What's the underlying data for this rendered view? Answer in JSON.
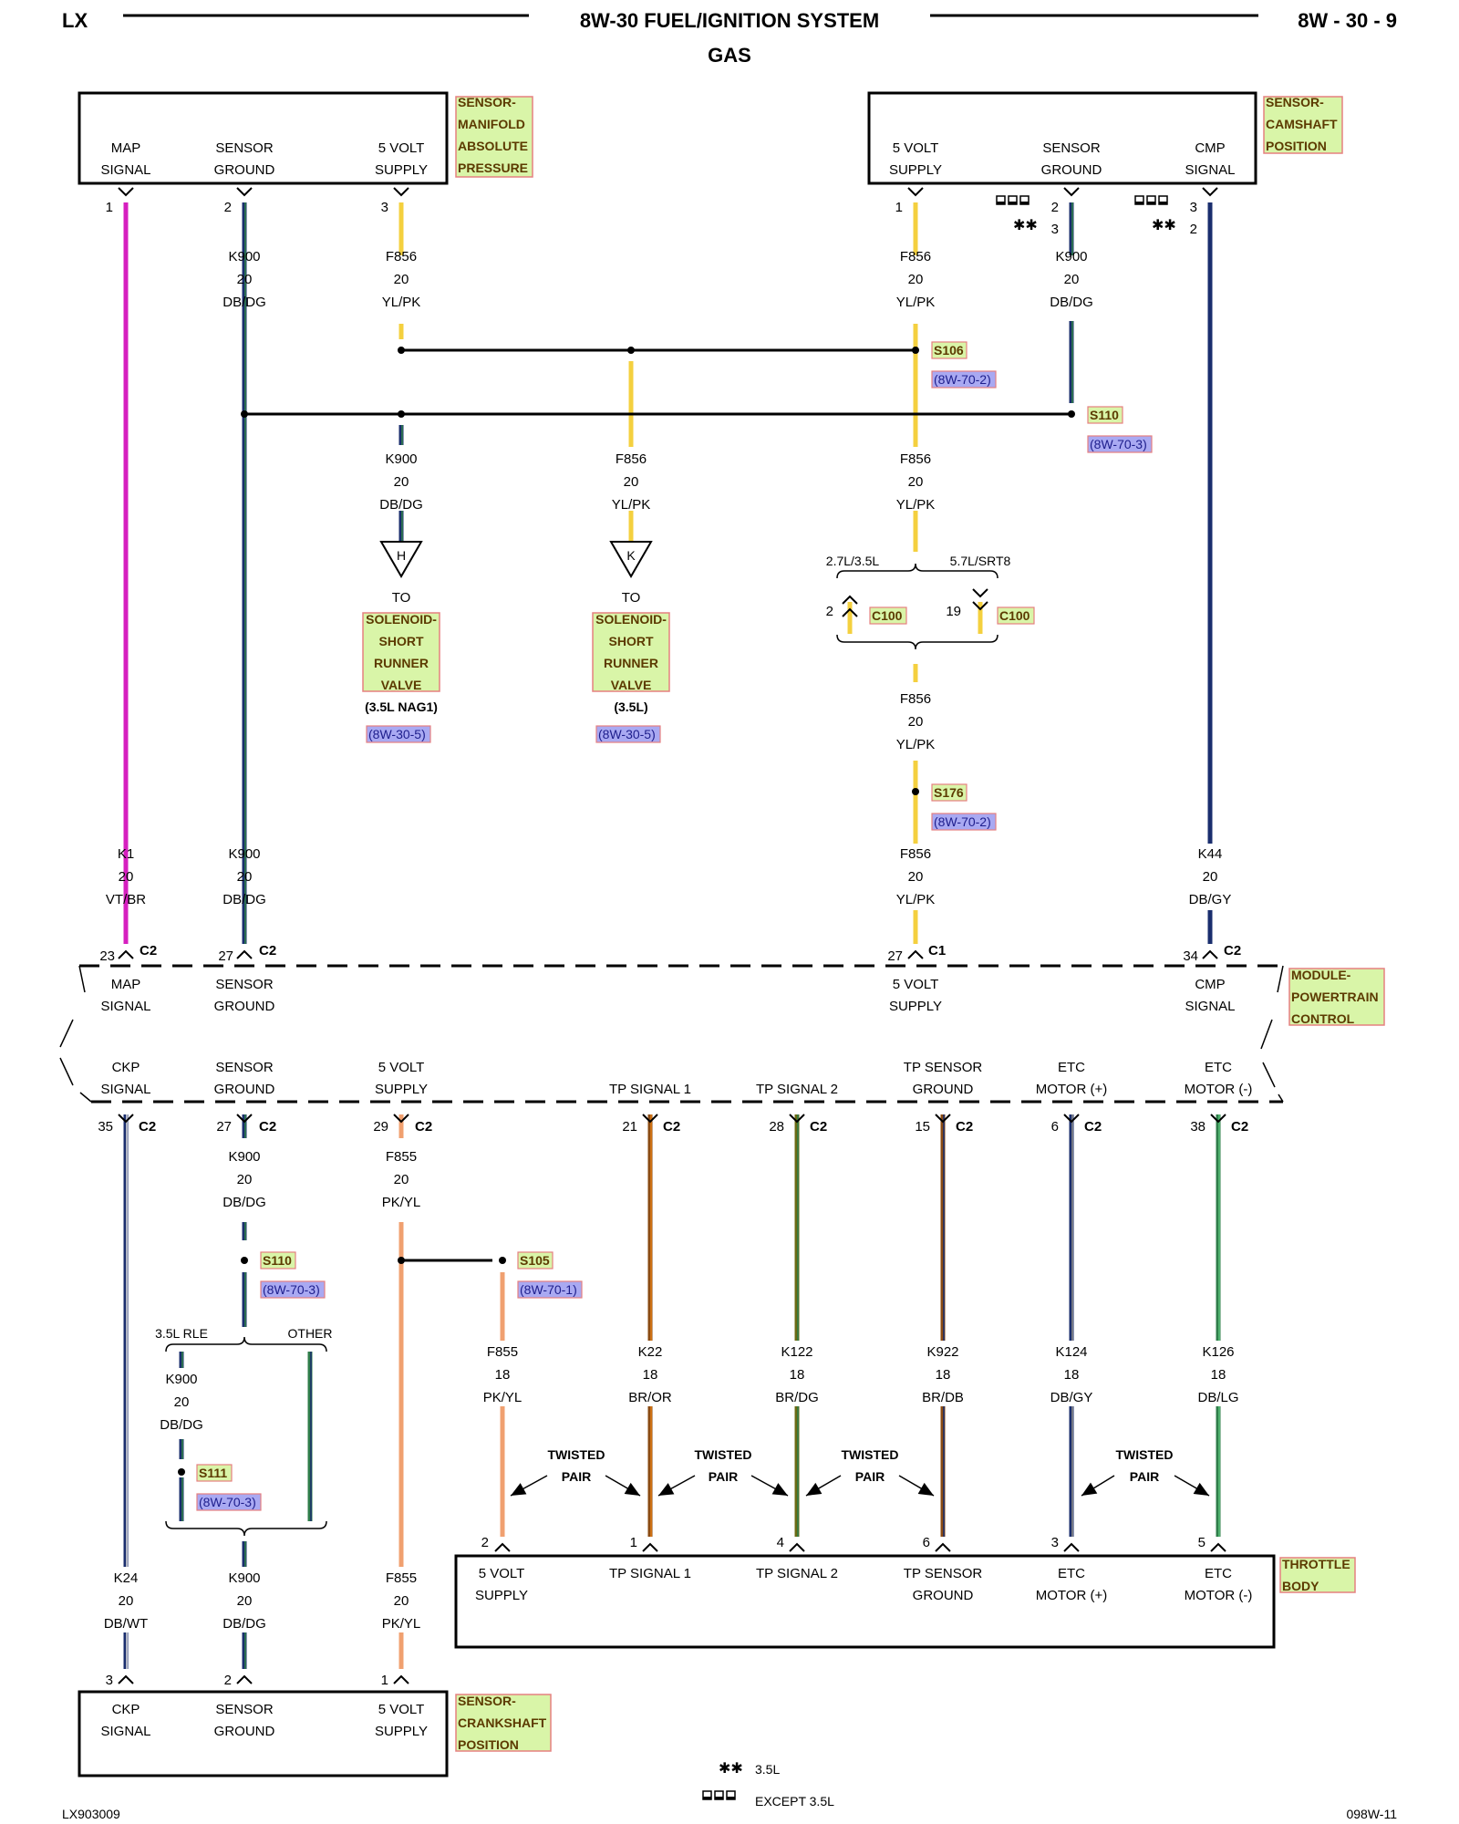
{
  "header": {
    "left": "LX",
    "title": "8W-30 FUEL/IGNITION SYSTEM",
    "subtitle": "GAS",
    "page": "8W - 30 - 9"
  },
  "footer": {
    "left": "LX903009",
    "right": "098W-11"
  },
  "legend": {
    "dual_star": "3.5L",
    "triple_box": "EXCEPT 3.5L"
  },
  "components": {
    "map_sensor": [
      "SENSOR-",
      "MANIFOLD",
      "ABSOLUTE",
      "PRESSURE"
    ],
    "cmp_sensor": [
      "SENSOR-",
      "CAMSHAFT",
      "POSITION"
    ],
    "pcm": [
      "MODULE-",
      "POWERTRAIN",
      "CONTROL"
    ],
    "throttle_body": [
      "THROTTLE",
      "BODY"
    ],
    "ckp_sensor": [
      "SENSOR-",
      "CRANKSHAFT",
      "POSITION"
    ],
    "solenoid": [
      "SOLENOID-",
      "SHORT",
      "RUNNER",
      "VALVE"
    ]
  },
  "terms": {
    "map_signal": [
      "MAP",
      "SIGNAL"
    ],
    "sensor_ground": [
      "SENSOR",
      "GROUND"
    ],
    "five_volt_supply": [
      "5 VOLT",
      "SUPPLY"
    ],
    "cmp_signal": [
      "CMP",
      "SIGNAL"
    ],
    "ckp_signal": [
      "CKP",
      "SIGNAL"
    ],
    "tp_signal_1": "TP SIGNAL 1",
    "tp_signal_2": "TP SIGNAL 2",
    "tp_sensor_ground": [
      "TP SENSOR",
      "GROUND"
    ],
    "etc_motor_pos": [
      "ETC",
      "MOTOR (+)"
    ],
    "etc_motor_neg": [
      "ETC",
      "MOTOR (-)"
    ],
    "to": "TO",
    "twisted_pair": [
      "TWISTED",
      "PAIR"
    ]
  },
  "connectors": {
    "c1": "C1",
    "c2": "C2",
    "c100": "C100"
  },
  "pins": {
    "map_1": "1",
    "map_2": "2",
    "map_3": "3",
    "cmp_1": "1",
    "cmp_2": "2",
    "cmp_3": "3",
    "pcm_23": "23",
    "pcm_27": "27",
    "pcm_c1_27": "27",
    "pcm_34": "34",
    "pcm_35": "35",
    "pcm_27b": "27",
    "pcm_29": "29",
    "pcm_21": "21",
    "pcm_28": "28",
    "pcm_15": "15",
    "pcm_6": "6",
    "pcm_38": "38",
    "c100_2": "2",
    "c100_19": "19",
    "tb_2": "2",
    "tb_1": "1",
    "tb_4": "4",
    "tb_6": "6",
    "tb_3": "3",
    "tb_5": "5",
    "ckp_3": "3",
    "ckp_2": "2",
    "ckp_1": "1",
    "conn_h": "H",
    "conn_k": "K"
  },
  "splices": {
    "s106": "S106",
    "s110": "S110",
    "s176": "S176",
    "s105": "S105",
    "s111": "S111"
  },
  "refs": {
    "r8w70_2": "(8W-70-2)",
    "r8w70_3": "(8W-70-3)",
    "r8w70_1": "(8W-70-1)",
    "r8w30_5": "(8W-30-5)"
  },
  "variants": {
    "v1": "2.7L/3.5L",
    "v2": "5.7L/SRT8",
    "v3": "(3.5L NAG1)",
    "v4": "(3.5L)",
    "v5": "3.5L RLE",
    "v6": "OTHER"
  },
  "wires": {
    "k900": [
      "K900",
      "20",
      "DB/DG"
    ],
    "f856": [
      "F856",
      "20",
      "YL/PK"
    ],
    "k1": [
      "K1",
      "20",
      "VT/BR"
    ],
    "k44": [
      "K44",
      "20",
      "DB/GY"
    ],
    "f855_20": [
      "F855",
      "20",
      "PK/YL"
    ],
    "f855_18": [
      "F855",
      "18",
      "PK/YL"
    ],
    "k22": [
      "K22",
      "18",
      "BR/OR"
    ],
    "k122": [
      "K122",
      "18",
      "BR/DG"
    ],
    "k922": [
      "K922",
      "18",
      "BR/DB"
    ],
    "k124": [
      "K124",
      "18",
      "DB/GY"
    ],
    "k126": [
      "K126",
      "18",
      "DB/LG"
    ],
    "k24": [
      "K24",
      "20",
      "DB/WT"
    ]
  },
  "colors": {
    "yellow": "#f4d03f",
    "dark_blue": "#1a2e6e",
    "dark_green": "#2f7d4a",
    "magenta": "#d61fbf",
    "pink": "#f0a070",
    "brown": "#8b4b12",
    "orange": "#e07b14",
    "olive": "#6b6a12",
    "gray": "#8a8a8a",
    "light_green": "#58c078",
    "white_stripe": "#d9d9d9",
    "violet": "#d61fbf",
    "label_fill": "#d9f5a8",
    "label_stroke": "#e58080",
    "label_text": "#5c3a00",
    "ref_fill": "#a9a9f2",
    "ref_stroke": "#e58080",
    "ref_text": "#1e1e8c"
  }
}
